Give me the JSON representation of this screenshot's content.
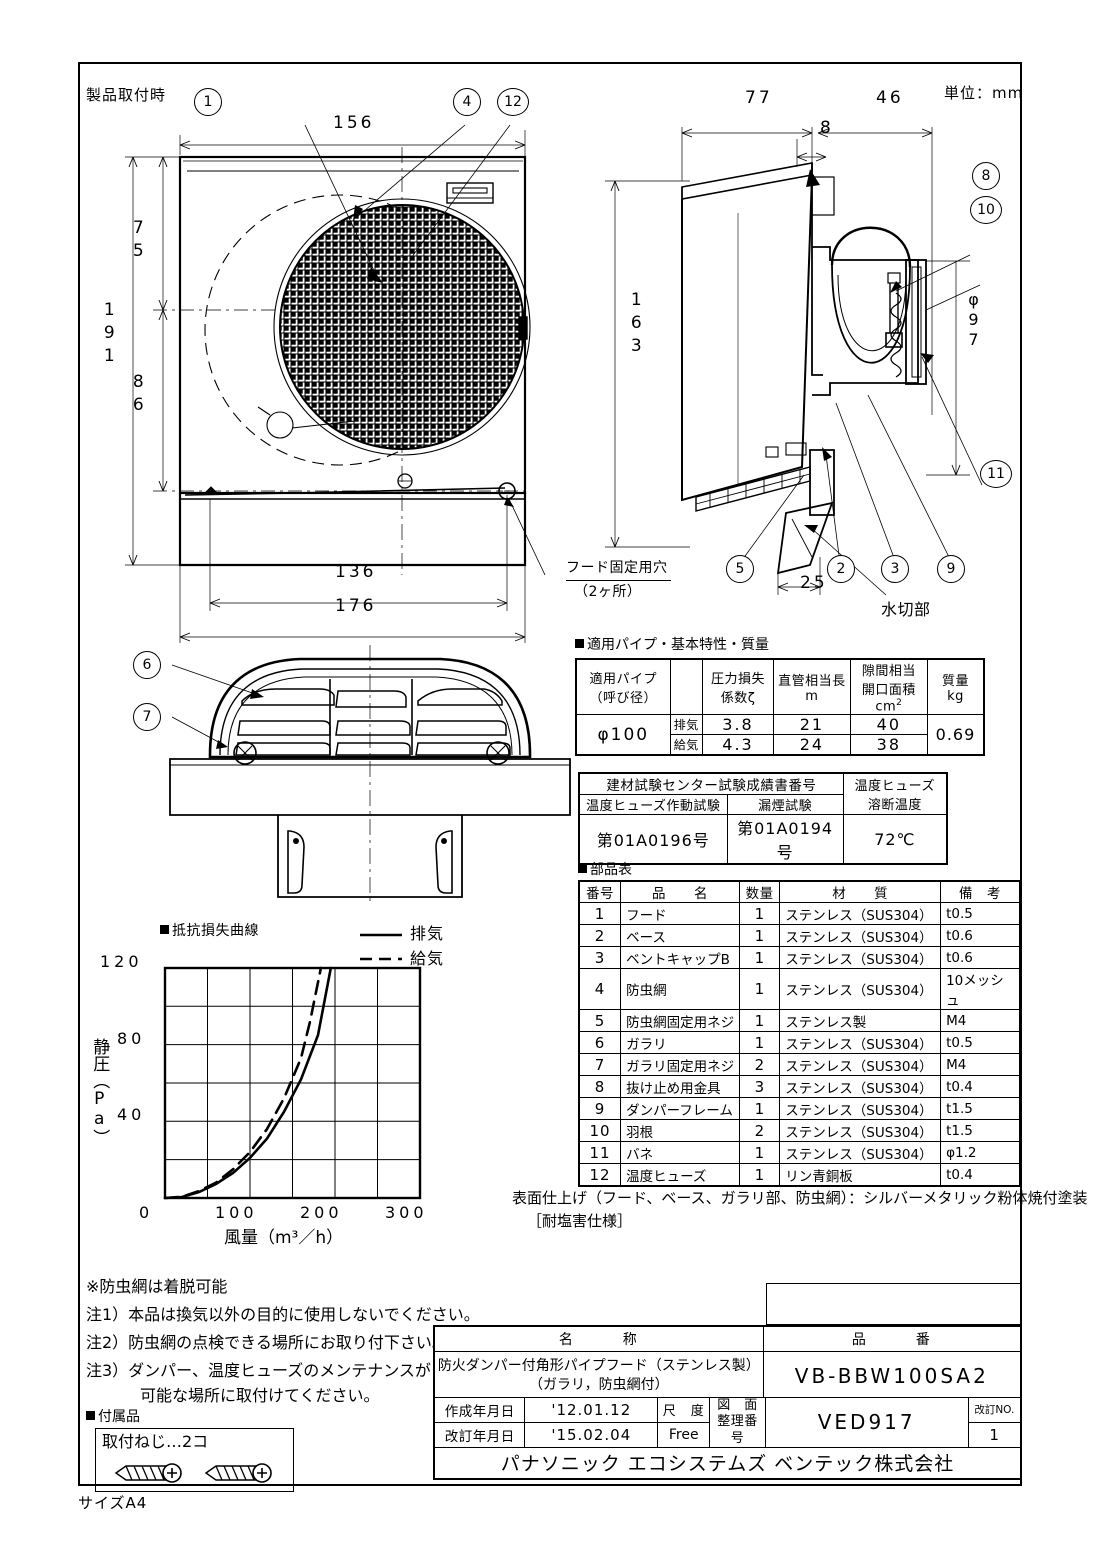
{
  "sheet": {
    "top_left_note": "製品取付時",
    "unit_note": "単位：mm",
    "size_note": "サイズA4"
  },
  "front_view": {
    "dim_width_total": "156",
    "dim_h_75": "75",
    "dim_h_86": "86",
    "dim_h_191": "191",
    "dim_136": "136",
    "dim_176": "176",
    "hole_note_line1": "フード固定用穴",
    "hole_note_line2": "（2ヶ所）",
    "callouts": [
      "1",
      "4",
      "12"
    ]
  },
  "side_view": {
    "dim_77": "77",
    "dim_46": "46",
    "dim_8": "8",
    "dim_163": "163",
    "dim_phi97": "φ97",
    "dim_25": "25",
    "drip_label": "水切部",
    "callouts": [
      "8",
      "10",
      "11",
      "5",
      "2",
      "3",
      "9"
    ]
  },
  "louver_view": {
    "callouts": [
      "6",
      "7"
    ]
  },
  "chart_data": {
    "type": "line",
    "title": "抵抗損失曲線",
    "xlabel": "風量（m³／h）",
    "ylabel": "静圧（Pa）",
    "xlim": [
      0,
      300
    ],
    "ylim": [
      0,
      120
    ],
    "xticks": [
      "0",
      "100",
      "200",
      "300"
    ],
    "yticks": [
      "40",
      "80",
      "120"
    ],
    "grid": true,
    "legend_position": "top-right",
    "series": [
      {
        "name": "排気",
        "style": "solid",
        "x": [
          0,
          20,
          40,
          60,
          80,
          100,
          120,
          140,
          160,
          180,
          195
        ],
        "y": [
          0,
          0.6,
          3,
          7,
          13,
          21,
          31,
          45,
          62,
          85,
          120
        ]
      },
      {
        "name": "給気",
        "style": "dashed",
        "x": [
          0,
          20,
          40,
          60,
          80,
          100,
          120,
          140,
          160,
          175,
          187
        ],
        "y": [
          0,
          0.7,
          3.5,
          8,
          15,
          24,
          36,
          52,
          73,
          92,
          120
        ]
      }
    ]
  },
  "table_pipe": {
    "caption": "適用パイプ・基本特性・質量",
    "headers": [
      "適用パイプ\n（呼び径）",
      "",
      "圧力損失\n係数ζ",
      "直管相当長\nm",
      "隙間相当\n開口面積cm²",
      "質量\nkg"
    ],
    "headers_display": {
      "c1_l1": "適用パイプ",
      "c1_l2": "（呼び径）",
      "c3_l1": "圧力損失",
      "c3_l2": "係数ζ",
      "c4_l1": "直管相当長",
      "c4_l2": "m",
      "c5_l1": "隙間相当",
      "c5_l2": "開口面積cm",
      "c5_sup": "2",
      "c6_l1": "質量",
      "c6_l2": "kg"
    },
    "pipe": "φ100",
    "mass": "0.69",
    "rows": [
      {
        "mode": "排気",
        "zeta": "3.8",
        "length": "21",
        "area": "40"
      },
      {
        "mode": "給気",
        "zeta": "4.3",
        "length": "24",
        "area": "38"
      }
    ]
  },
  "table_test": {
    "header_span": "建材試験センター試験成績書番号",
    "header_right_l1": "温度ヒューズ",
    "header_right_l2": "溶断温度",
    "sub1": "温度ヒューズ作動試験",
    "sub2": "漏煙試験",
    "value1": "第01A0196号",
    "value2": "第01A0194号",
    "value3": "72℃"
  },
  "table_parts": {
    "caption": "部品表",
    "headers": [
      "番号",
      "品　　名",
      "数量",
      "材　　質",
      "備　考"
    ],
    "rows": [
      {
        "no": "1",
        "name": "フード",
        "qty": "1",
        "material": "ステンレス（SUS304）",
        "remark": "t0.5"
      },
      {
        "no": "2",
        "name": "ベース",
        "qty": "1",
        "material": "ステンレス（SUS304）",
        "remark": "t0.6"
      },
      {
        "no": "3",
        "name": "ベントキャップB",
        "qty": "1",
        "material": "ステンレス（SUS304）",
        "remark": "t0.6"
      },
      {
        "no": "4",
        "name": "防虫網",
        "qty": "1",
        "material": "ステンレス（SUS304）",
        "remark": "10メッシュ"
      },
      {
        "no": "5",
        "name": "防虫網固定用ネジ",
        "qty": "1",
        "material": "ステンレス製",
        "remark": "M4"
      },
      {
        "no": "6",
        "name": "ガラリ",
        "qty": "1",
        "material": "ステンレス（SUS304）",
        "remark": "t0.5"
      },
      {
        "no": "7",
        "name": "ガラリ固定用ネジ",
        "qty": "2",
        "material": "ステンレス（SUS304）",
        "remark": "M4"
      },
      {
        "no": "8",
        "name": "抜け止め用金具",
        "qty": "3",
        "material": "ステンレス（SUS304）",
        "remark": "t0.4"
      },
      {
        "no": "9",
        "name": "ダンパーフレーム",
        "qty": "1",
        "material": "ステンレス（SUS304）",
        "remark": "t1.5"
      },
      {
        "no": "10",
        "name": "羽根",
        "qty": "2",
        "material": "ステンレス（SUS304）",
        "remark": "t1.5"
      },
      {
        "no": "11",
        "name": "バネ",
        "qty": "1",
        "material": "ステンレス（SUS304）",
        "remark": "φ1.2"
      },
      {
        "no": "12",
        "name": "温度ヒューズ",
        "qty": "1",
        "material": "リン青銅板",
        "remark": "t0.4"
      }
    ]
  },
  "finish_note": {
    "line1": "表面仕上げ（フード、ベース、ガラリ部、防虫網）：シルバーメタリック粉体焼付塗装",
    "line2": "［耐塩害仕様］"
  },
  "notes": {
    "asterisk": "※防虫網は着脱可能",
    "n1": "注1）本品は換気以外の目的に使用しないでください。",
    "n2": "注2）防虫網の点検できる場所にお取り付下さい。",
    "n3a": "注3）ダンパー、温度ヒューズのメンテナンスが",
    "n3b": "可能な場所に取付けてください。"
  },
  "accessories": {
    "caption": "付属品",
    "item": "取付ねじ…2コ"
  },
  "title_block": {
    "name_header": "名　　　称",
    "name_line1": "防火ダンパー付角形パイプフード（ステンレス製）",
    "name_line2": "（ガラリ，防虫網付）",
    "model_header": "品　　　番",
    "model": "VB-BBW100SA2",
    "created_label": "作成年月日",
    "created_date": "'12.01.12",
    "revised_label": "改訂年月日",
    "revised_date": "'15.02.04",
    "scale_label": "尺　度",
    "scale_value": "Free",
    "drawing_label_l1": "図　面",
    "drawing_label_l2": "整理番号",
    "drawing_no": "VED917",
    "rev_label": "改訂NO.",
    "rev_no": "1",
    "company": "パナソニック エコシステムズ ベンテック株式会社"
  }
}
